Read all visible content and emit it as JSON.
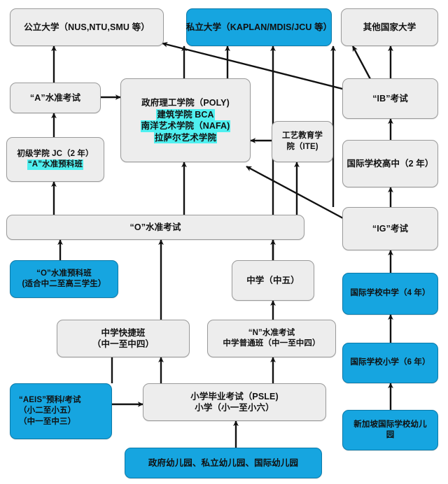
{
  "diagram": {
    "title": "新加坡教育体系流程图",
    "colors": {
      "box_gray": "#ededed",
      "box_blue": "#16a5e0",
      "border_gray": "#9a9a9a",
      "highlight_cyan": "#4ff0f0",
      "arrow": "#111111",
      "background": "#ffffff"
    },
    "nodes": [
      {
        "id": "public-university",
        "style": "gray",
        "lines": [
          "公立大学（NUS,NTU,SMU 等）"
        ]
      },
      {
        "id": "private-university",
        "style": "blue",
        "lines": [
          "私立大学（KAPLAN/MDIS/JCU 等）"
        ]
      },
      {
        "id": "other-country-university",
        "style": "gray",
        "lines": [
          "其他国家大学"
        ]
      },
      {
        "id": "a-level-exam",
        "style": "gray",
        "lines": [
          "“A”水准考试"
        ]
      },
      {
        "id": "polytechnic",
        "style": "gray",
        "lines": [
          "政府理工学院（POLY)"
        ],
        "highlighted_lines": [
          "建筑学院 BCA",
          "南洋艺术学院（NAFA)",
          "拉萨尔艺术学院"
        ]
      },
      {
        "id": "ite",
        "style": "gray",
        "lines": [
          "工艺教育学",
          "院（ITE)"
        ]
      },
      {
        "id": "ib-exam",
        "style": "gray",
        "lines": [
          "“IB”考试"
        ]
      },
      {
        "id": "junior-college",
        "style": "gray",
        "lines": [
          "初级学院 JC（2 年）"
        ],
        "highlighted_lines": [
          "“A”水准预科班"
        ]
      },
      {
        "id": "international-high-school",
        "style": "gray",
        "lines": [
          "国际学校高中（2 年）"
        ]
      },
      {
        "id": "o-level-exam",
        "style": "gray",
        "lines": [
          "“O”水准考试"
        ]
      },
      {
        "id": "ig-exam",
        "style": "gray",
        "lines": [
          "“IG”考试"
        ]
      },
      {
        "id": "o-level-prep",
        "style": "blue",
        "lines": [
          "“O”水准预科班",
          "(适合中二至高三学生）"
        ]
      },
      {
        "id": "secondary-sec5",
        "style": "gray",
        "lines": [
          "中学（中五）"
        ]
      },
      {
        "id": "international-secondary",
        "style": "blue",
        "lines": [
          "国际学校中学（4 年）"
        ]
      },
      {
        "id": "secondary-express",
        "style": "gray",
        "lines": [
          "中学快捷班",
          "（中一至中四）"
        ]
      },
      {
        "id": "n-level-exam",
        "style": "gray",
        "lines": [
          "“N”水准考试",
          "中学普通班（中一至中四）"
        ]
      },
      {
        "id": "international-primary",
        "style": "blue",
        "lines": [
          "国际学校小学（6 年）"
        ]
      },
      {
        "id": "aeis",
        "style": "blue",
        "lines": [
          "“AEIS”预科/考试",
          "（小二至小五）",
          "（中一至中三）"
        ]
      },
      {
        "id": "psle-primary",
        "style": "gray",
        "lines": [
          "小学毕业考试（PSLE)",
          "小学（小一至小六）"
        ]
      },
      {
        "id": "international-kindergarten",
        "style": "blue",
        "lines": [
          "新加坡国际学校幼儿",
          "园"
        ]
      },
      {
        "id": "kindergartens",
        "style": "blue",
        "lines": [
          "政府幼儿园、私立幼儿园、国际幼儿园"
        ]
      }
    ],
    "labels": {
      "public_university": "公立大学（NUS,NTU,SMU 等）",
      "private_university": "私立大学（KAPLAN/MDIS/JCU 等）",
      "other_country_university": "其他国家大学",
      "a_level_exam": "“A”水准考试",
      "polytechnic_main": "政府理工学院（POLY)",
      "polytechnic_bca": "建筑学院 BCA",
      "polytechnic_nafa": "南洋艺术学院（NAFA)",
      "polytechnic_lasalle": "拉萨尔艺术学院",
      "ite_line1": "工艺教育学",
      "ite_line2": "院（ITE)",
      "ib_exam": "“IB”考试",
      "junior_college_main": "初级学院 JC（2 年）",
      "junior_college_prep": "“A”水准预科班",
      "international_high_school": "国际学校高中（2 年）",
      "o_level_exam": "“O”水准考试",
      "ig_exam": "“IG”考试",
      "o_level_prep_line1": "“O”水准预科班",
      "o_level_prep_line2": "(适合中二至高三学生）",
      "secondary_sec5": "中学（中五）",
      "international_secondary": "国际学校中学（4 年）",
      "secondary_express_line1": "中学快捷班",
      "secondary_express_line2": "（中一至中四）",
      "n_level_line1": "“N”水准考试",
      "n_level_line2": "中学普通班（中一至中四）",
      "international_primary": "国际学校小学（6 年）",
      "aeis_line1": "“AEIS”预科/考试",
      "aeis_line2": "（小二至小五）",
      "aeis_line3": "（中一至中三）",
      "psle_line1": "小学毕业考试（PSLE)",
      "psle_line2": "小学（小一至小六）",
      "international_kindergarten_line1": "新加坡国际学校幼儿",
      "international_kindergarten_line2": "园",
      "kindergartens": "政府幼儿园、私立幼儿园、国际幼儿园"
    }
  }
}
